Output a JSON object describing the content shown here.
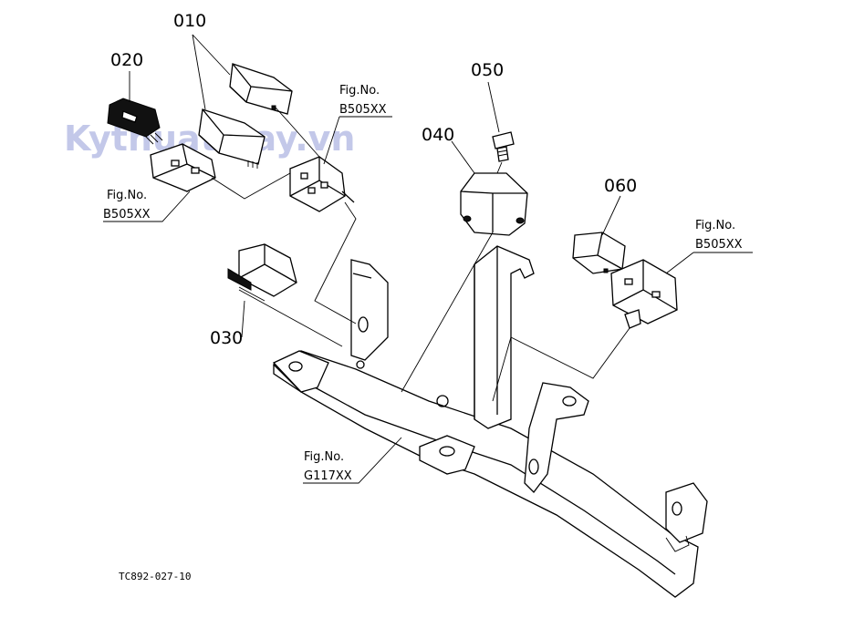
{
  "watermark": "Kythuatmay.vn",
  "callouts": {
    "p010": "010",
    "p020": "020",
    "p030": "030",
    "p040": "040",
    "p050": "050",
    "p060": "060"
  },
  "fig_refs": {
    "ref_top": {
      "label": "Fig.No.",
      "code": "B505XX"
    },
    "ref_left": {
      "label": "Fig.No.",
      "code": "B505XX"
    },
    "ref_right": {
      "label": "Fig.No.",
      "code": "B505XX"
    },
    "ref_bottom": {
      "label": "Fig.No.",
      "code": "G117XX"
    }
  },
  "drawing_code": "TC892-027-10"
}
